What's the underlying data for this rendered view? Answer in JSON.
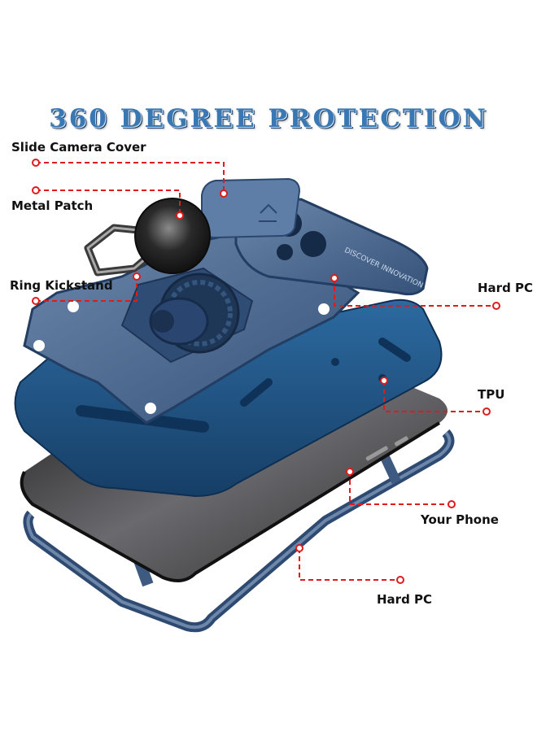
{
  "title": "360 DEGREE PROTECTION",
  "labels": {
    "slide_camera_cover": "Slide Camera Cover",
    "metal_patch": "Metal Patch",
    "ring_kickstand": "Ring Kickstand",
    "hard_pc_top": "Hard PC",
    "tpu": "TPU",
    "your_phone": "Your Phone",
    "hard_pc_bottom": "Hard PC"
  },
  "case_imprint": "DISCOVER INNOVATION",
  "colors": {
    "leader_line": "#e01b1b",
    "case_blue": "#1f4f80",
    "title_blue": "#3a78b4"
  }
}
